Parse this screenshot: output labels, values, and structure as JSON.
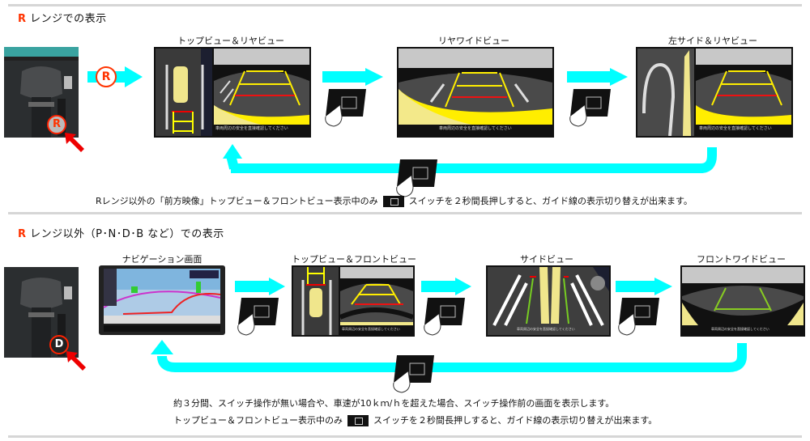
{
  "section1": {
    "title_prefix": "R",
    "title_rest": "レンジでの表示",
    "shift_badge": "R",
    "shift_marker": "R",
    "screens": [
      {
        "caption": "トップビュー＆リヤビュー",
        "footer": "車両周辺の安全を直接確認してください"
      },
      {
        "caption": "リヤワイドビュー",
        "footer": "車両周辺の安全を直接確認してください"
      },
      {
        "caption": "左サイド＆リヤビュー",
        "footer": "車両周辺の安全を直接確認してください"
      }
    ],
    "note_before": "Rレンジ以外の「前方映像」トップビュー＆フロントビュー表示中のみ",
    "note_after": "スイッチを２秒間長押しすると、ガイド線の表示切り替えが出来ます。"
  },
  "section2": {
    "title_prefix": "R",
    "title_rest": "レンジ以外（P･N･D･B など）での表示",
    "shift_marker": "D",
    "screens": [
      {
        "caption": "ナビゲーション画面"
      },
      {
        "caption": "トップビュー＆フロントビュー",
        "footer": "車両周辺の安全を直接確認してください"
      },
      {
        "caption": "サイドビュー",
        "footer": "車両周辺の安全を直接確認してください"
      },
      {
        "caption": "フロントワイドビュー",
        "footer": "車両周辺の安全を直接確認してください"
      }
    ],
    "note1": "約３分間、スイッチ操作が無い場合や、車速が10ｋｍ/ｈを超えた場合、スイッチ操作前の画面を表示します。",
    "note2_before": "トップビュー＆フロントビュー表示中のみ",
    "note2_after": "スイッチを２秒間長押しすると、ガイド線の表示切り替えが出来ます。"
  },
  "colors": {
    "arrow": "#00ffff",
    "accent_red": "#ff3300",
    "guide_yellow": "#ffee00",
    "guide_red": "#ee1111"
  }
}
